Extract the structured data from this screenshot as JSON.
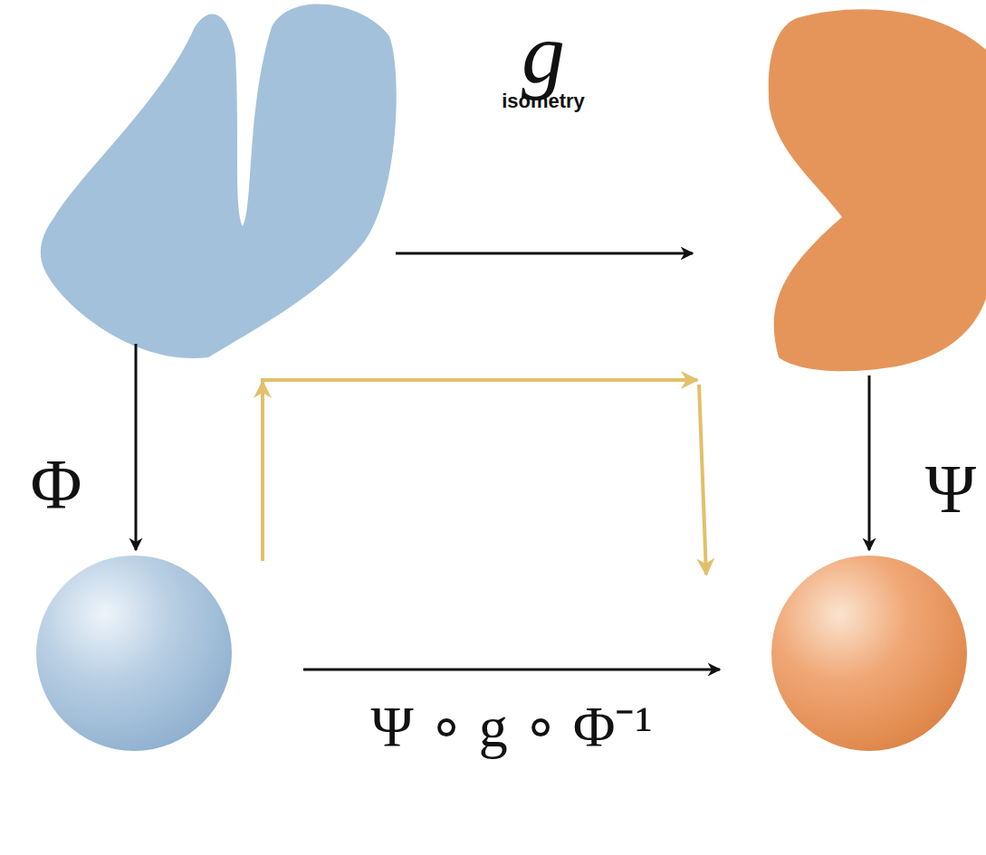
{
  "diagram": {
    "labels": [
      "g",
      "isometry",
      "Φ",
      "Ψ",
      "Ψ ∘ g ∘ Φ⁻¹"
    ]
  }
}
